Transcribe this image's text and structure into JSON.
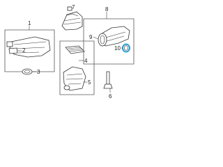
{
  "diagram": {
    "callouts": {
      "c1": "1",
      "c2": "2",
      "c3": "3",
      "c4": "4",
      "c5": "5",
      "c6": "6",
      "c7": "7",
      "c8": "8",
      "c9": "9",
      "c10": "10"
    },
    "highlight_color": "#2a9fd6"
  }
}
